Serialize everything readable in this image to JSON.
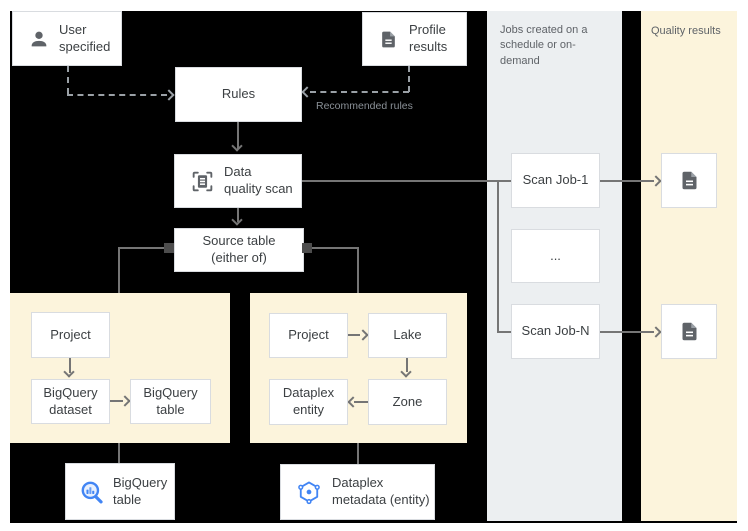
{
  "panels": {
    "jobs": {
      "caption": "Jobs created on a schedule or on-demand"
    },
    "quality": {
      "caption": "Quality results"
    }
  },
  "nodes": {
    "user_specified": {
      "label": "User\nspecified",
      "icon": "person-icon"
    },
    "profile_results": {
      "label": "Profile\nresults",
      "icon": "document-icon"
    },
    "rules": {
      "label": "Rules"
    },
    "data_quality_scan": {
      "label": "Data\nquality scan",
      "icon": "scan-frame-icon"
    },
    "source_table": {
      "label": "Source table\n(either of)"
    },
    "bq_project": {
      "label": "Project"
    },
    "bq_dataset": {
      "label": "BigQuery\ndataset"
    },
    "bq_table": {
      "label": "BigQuery\ntable"
    },
    "dp_project": {
      "label": "Project"
    },
    "dp_lake": {
      "label": "Lake"
    },
    "dp_zone": {
      "label": "Zone"
    },
    "dp_entity": {
      "label": "Dataplex\nentity"
    },
    "bigquery_table_source": {
      "label": "BigQuery\ntable",
      "icon": "bigquery-icon"
    },
    "dataplex_metadata": {
      "label": "Dataplex\nmetadata (entity)",
      "icon": "dataplex-icon"
    },
    "scan_job_1": {
      "label": "Scan Job-1"
    },
    "scan_job_more": {
      "label": "..."
    },
    "scan_job_n": {
      "label": "Scan Job-N"
    },
    "quality_result_1": {
      "icon": "document-icon"
    },
    "quality_result_2": {
      "icon": "document-icon"
    }
  },
  "labels": {
    "recommended_rules": "Recommended rules"
  },
  "colors": {
    "canvas": "#000000",
    "jobs_panel": "#eceff1",
    "cream_panel": "#fcf4dc",
    "box_border": "#d9dce0",
    "line": "#757575",
    "dashed_line": "#9aa0a6",
    "icon_gray": "#5f6368",
    "icon_blue": "#4285f4",
    "text": "#3c4043",
    "caption_text": "#5f6368"
  }
}
